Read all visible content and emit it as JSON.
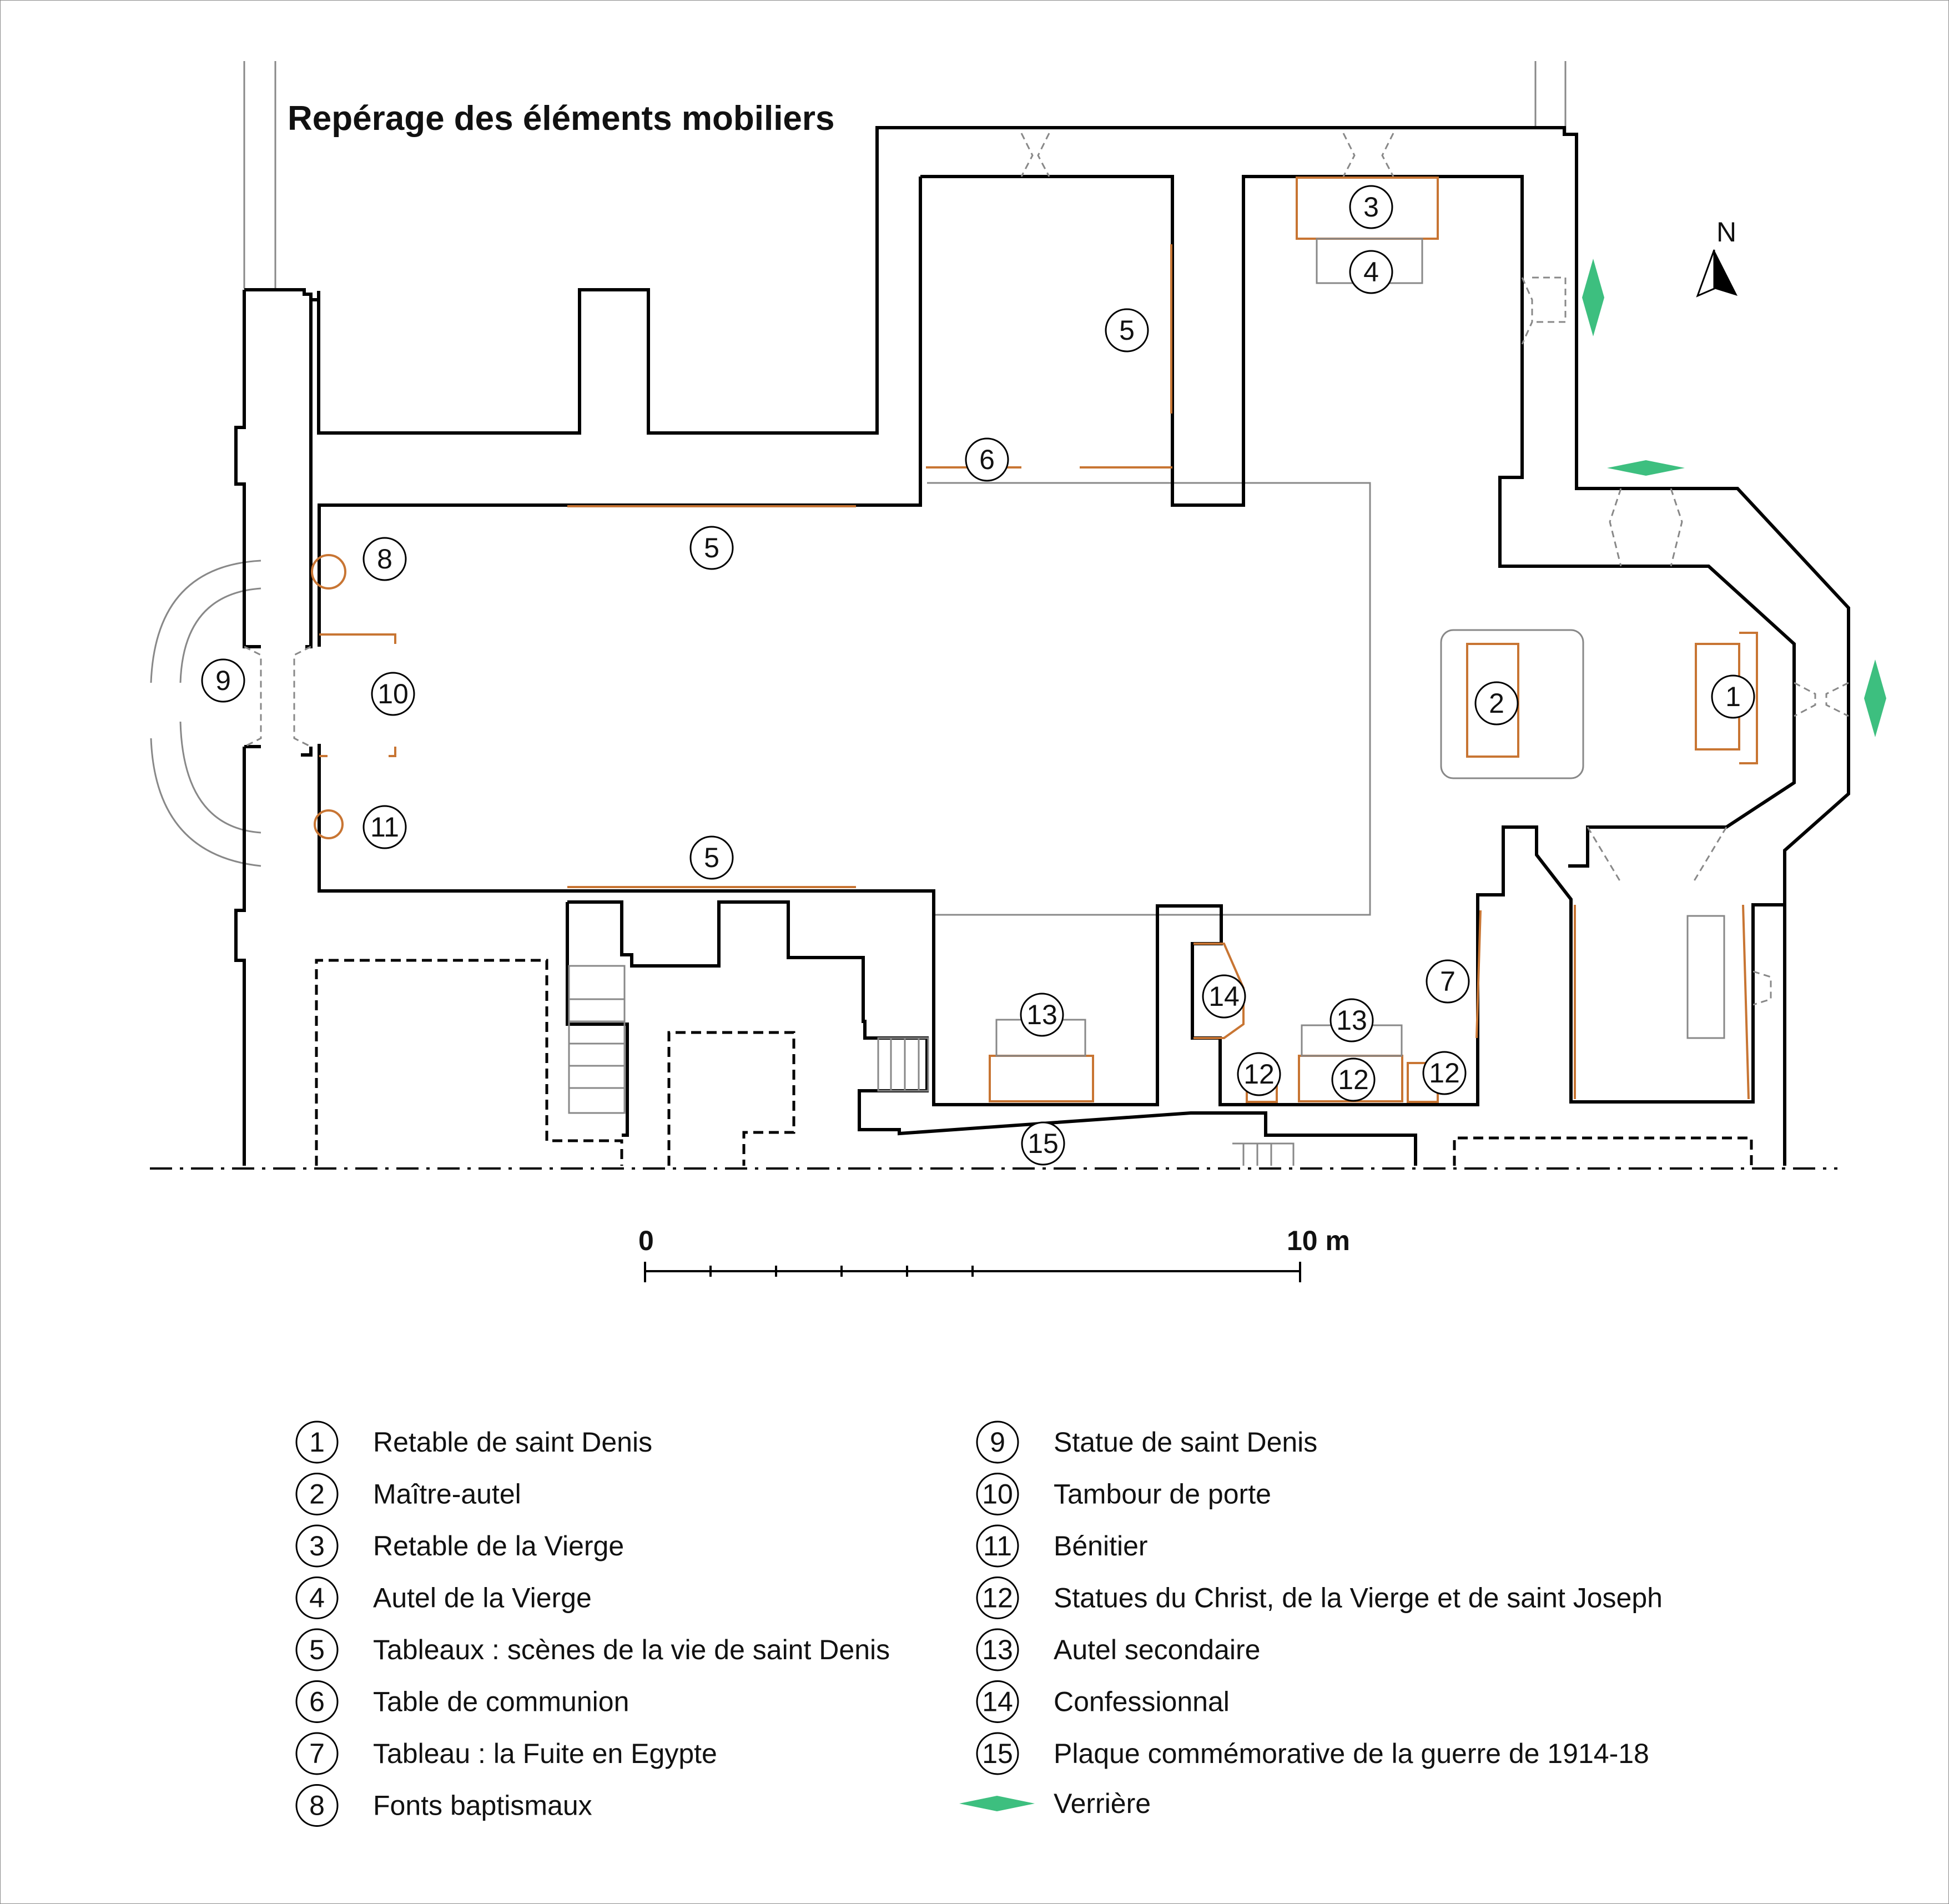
{
  "title": "Repérage des éléments mobiliers",
  "north_label": "N",
  "scale": {
    "start_label": "0",
    "end_label": "10 m"
  },
  "colors": {
    "verriere": "#3dbf7f",
    "furniture": "#c87533",
    "wall": "#000000"
  },
  "legend": [
    {
      "num": "1",
      "label": "Retable de saint Denis"
    },
    {
      "num": "2",
      "label": "Maître-autel"
    },
    {
      "num": "3",
      "label": "Retable de la Vierge"
    },
    {
      "num": "4",
      "label": "Autel de la Vierge"
    },
    {
      "num": "5",
      "label": "Tableaux : scènes de la vie de saint Denis"
    },
    {
      "num": "6",
      "label": "Table de communion"
    },
    {
      "num": "7",
      "label": "Tableau : la Fuite en Egypte"
    },
    {
      "num": "8",
      "label": "Fonts baptismaux"
    },
    {
      "num": "9",
      "label": "Statue de saint Denis"
    },
    {
      "num": "10",
      "label": "Tambour de porte"
    },
    {
      "num": "11",
      "label": "Bénitier"
    },
    {
      "num": "12",
      "label": "Statues du Christ, de la Vierge et de saint Joseph"
    },
    {
      "num": "13",
      "label": "Autel secondaire"
    },
    {
      "num": "14",
      "label": "Confessionnal"
    },
    {
      "num": "15",
      "label": "Plaque commémorative de la guerre de 1914-18"
    }
  ],
  "legend_verriere": "Verrière",
  "markers": [
    "1",
    "2",
    "3",
    "4",
    "5",
    "5",
    "5",
    "6",
    "7",
    "8",
    "9",
    "10",
    "11",
    "12",
    "12",
    "12",
    "13",
    "13",
    "14",
    "15"
  ]
}
